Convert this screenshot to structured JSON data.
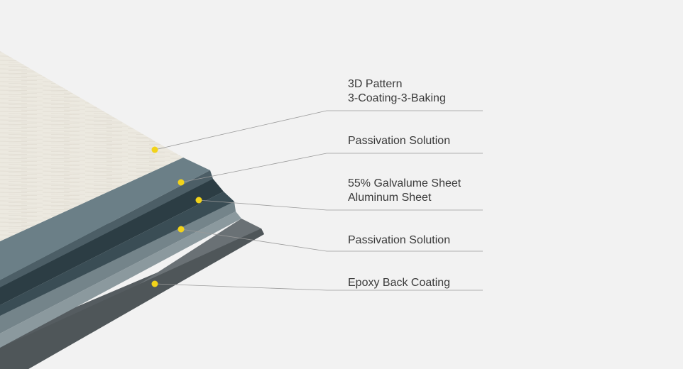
{
  "layers": [
    {
      "lines": [
        "3D Pattern",
        "3-Coating-3-Baking"
      ]
    },
    {
      "lines": [
        "Passivation Solution"
      ]
    },
    {
      "lines": [
        "55% Galvalume Sheet",
        "Aluminum Sheet"
      ]
    },
    {
      "lines": [
        "Passivation Solution"
      ]
    },
    {
      "lines": [
        "Epoxy Back Coating"
      ]
    }
  ],
  "colors": {
    "background": "#f2f2f2",
    "top_surface": "#e8e4da",
    "passivation_top": "#6b7f87",
    "steel_core": "#2c3d44",
    "passivation_bottom": "#74848a",
    "back_coating": "#555c60",
    "marker": "#f2d31a",
    "leader_line": "#9a9a9a",
    "label_text": "#3a3a3a"
  },
  "icons": [
    "layer-marker-dot"
  ]
}
